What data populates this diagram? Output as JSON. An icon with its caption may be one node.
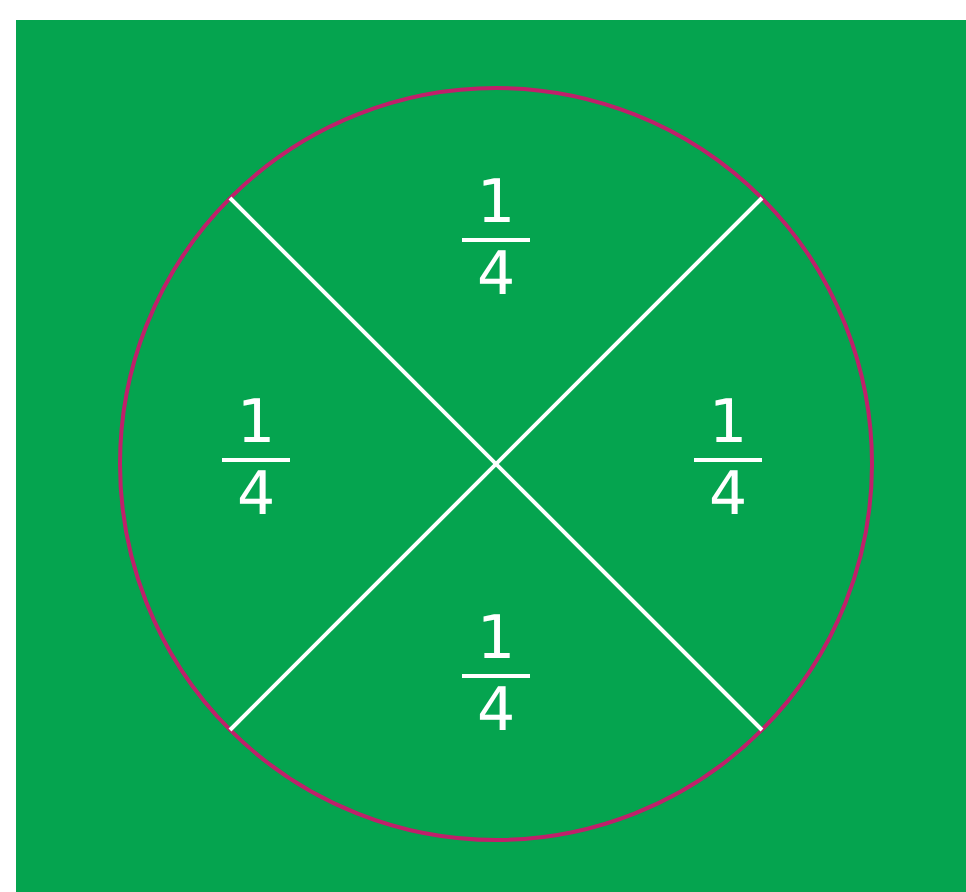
{
  "diagram": {
    "labels": [
      "1 4",
      "1 4",
      "1 4",
      "1 4"
    ]
  }
}
